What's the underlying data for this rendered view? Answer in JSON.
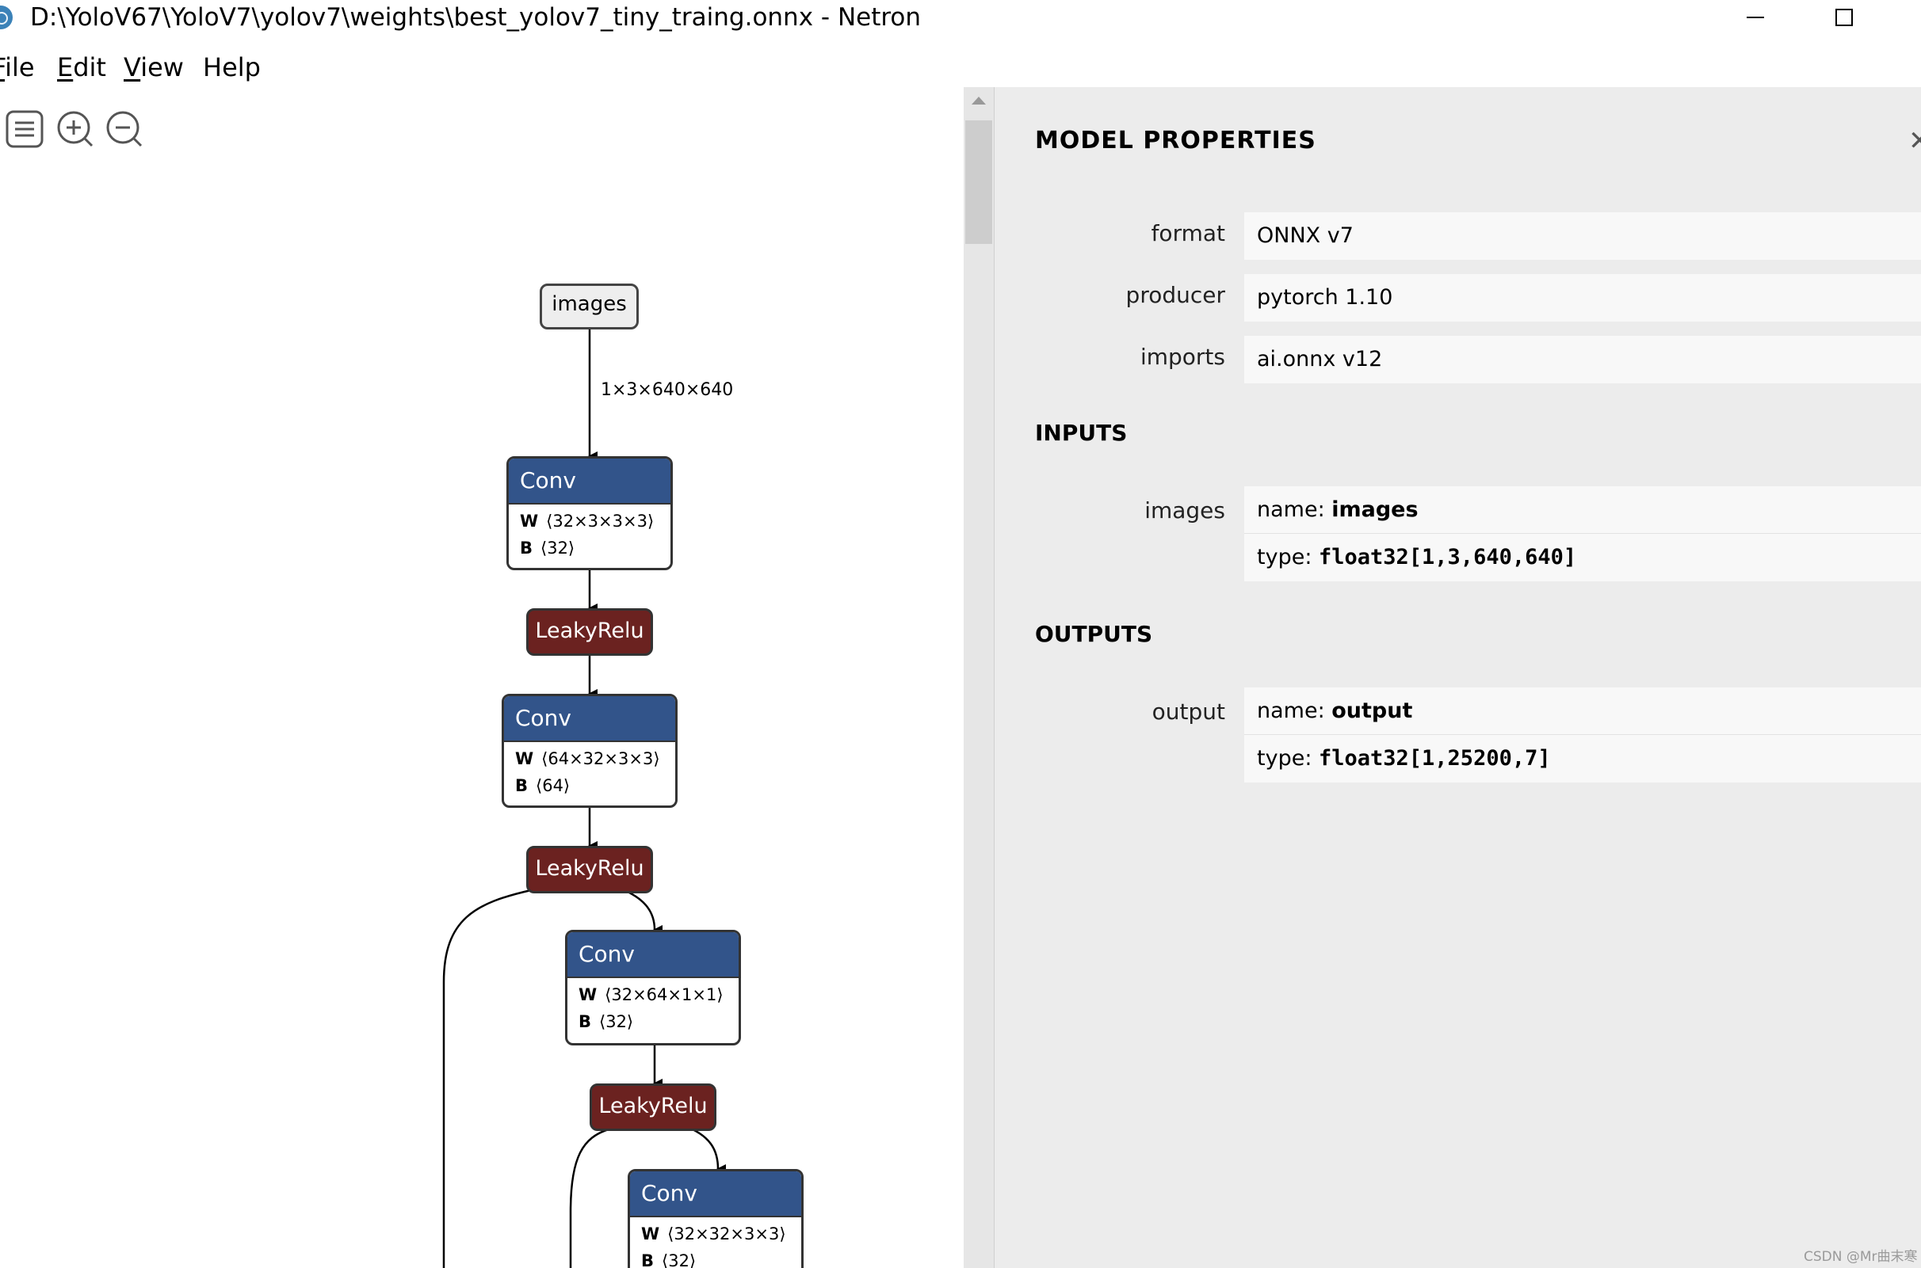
{
  "window": {
    "title": "D:\\YoloV67\\YoloV7\\yolov7\\weights\\best_yolov7_tiny_traing.onnx - Netron"
  },
  "menu": {
    "file": {
      "mnemonic": "F",
      "rest": "ile"
    },
    "edit": {
      "mnemonic": "E",
      "rest": "dit"
    },
    "view": {
      "mnemonic": "V",
      "rest": "iew"
    },
    "help": {
      "mnemonic": "",
      "rest": "Help"
    }
  },
  "toolbar": {
    "icons": [
      "sidebar-toggle-icon",
      "zoom-in-icon",
      "zoom-out-icon"
    ]
  },
  "graph": {
    "input_node": "images",
    "input_edge_label": "1×3×640×640",
    "nodes": [
      {
        "op": "Conv",
        "w_label": "W",
        "w": "⟨32×3×3×3⟩",
        "b_label": "B",
        "b": "⟨32⟩"
      },
      {
        "op": "LeakyRelu"
      },
      {
        "op": "Conv",
        "w_label": "W",
        "w": "⟨64×32×3×3⟩",
        "b_label": "B",
        "b": "⟨64⟩"
      },
      {
        "op": "LeakyRelu"
      },
      {
        "op": "Conv",
        "w_label": "W",
        "w": "⟨32×64×1×1⟩",
        "b_label": "B",
        "b": "⟨32⟩"
      },
      {
        "op": "LeakyRelu"
      },
      {
        "op": "Conv",
        "w_label": "W",
        "w": "⟨32×32×3×3⟩",
        "b_label": "B",
        "b": "⟨32⟩"
      }
    ],
    "colors": {
      "conv": "#32548a",
      "activation": "#6b2220",
      "input": "#eeeeee"
    }
  },
  "sidebar": {
    "title": "MODEL PROPERTIES",
    "properties": [
      {
        "name": "format",
        "value": "ONNX v7"
      },
      {
        "name": "producer",
        "value": "pytorch 1.10"
      },
      {
        "name": "imports",
        "value": "ai.onnx v12"
      }
    ],
    "inputs_header": "INPUTS",
    "input": {
      "name": "images",
      "name_prefix": "name: ",
      "name_value": "images",
      "type_prefix": "type: ",
      "type_value": "float32[1,3,640,640]"
    },
    "outputs_header": "OUTPUTS",
    "output": {
      "name": "output",
      "name_prefix": "name: ",
      "name_value": "output",
      "type_prefix": "type: ",
      "type_value": "float32[1,25200,7]"
    }
  },
  "watermark": "CSDN @Mr曲末寒"
}
